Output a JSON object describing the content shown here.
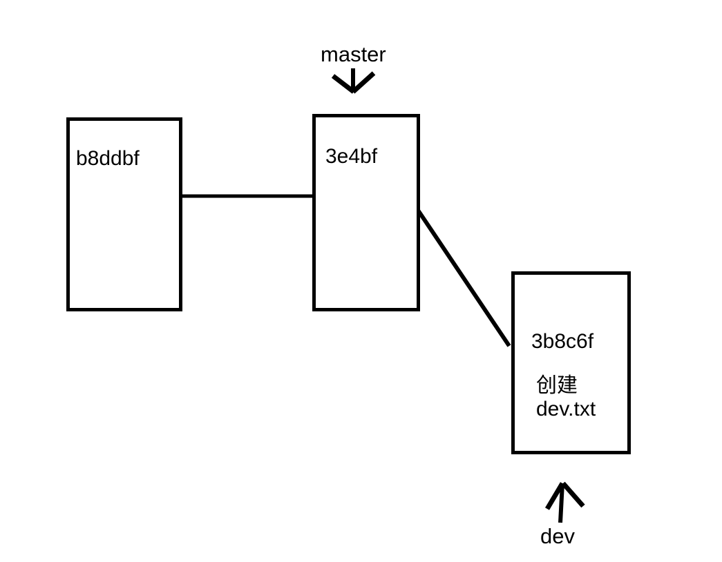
{
  "diagram": {
    "title": "git branch commit diagram",
    "stroke_color": "#000000",
    "background_color": "#ffffff",
    "commits": [
      {
        "id": "commit-b8ddbf",
        "hash": "b8ddbf",
        "note": ""
      },
      {
        "id": "commit-3e4bf",
        "hash": "3e4bf",
        "note": ""
      },
      {
        "id": "commit-3b8c6f",
        "hash": "3b8c6f",
        "note_line1": "创建",
        "note_line2": "dev.txt"
      }
    ],
    "branches": [
      {
        "id": "branch-master",
        "name": "master",
        "points_to": "commit-3e4bf",
        "arrow_direction": "down"
      },
      {
        "id": "branch-dev",
        "name": "dev",
        "points_to": "commit-3b8c6f",
        "arrow_direction": "up"
      }
    ],
    "edges": [
      {
        "from": "commit-b8ddbf",
        "to": "commit-3e4bf",
        "style": "horizontal"
      },
      {
        "from": "commit-3e4bf",
        "to": "commit-3b8c6f",
        "style": "diagonal"
      }
    ]
  }
}
